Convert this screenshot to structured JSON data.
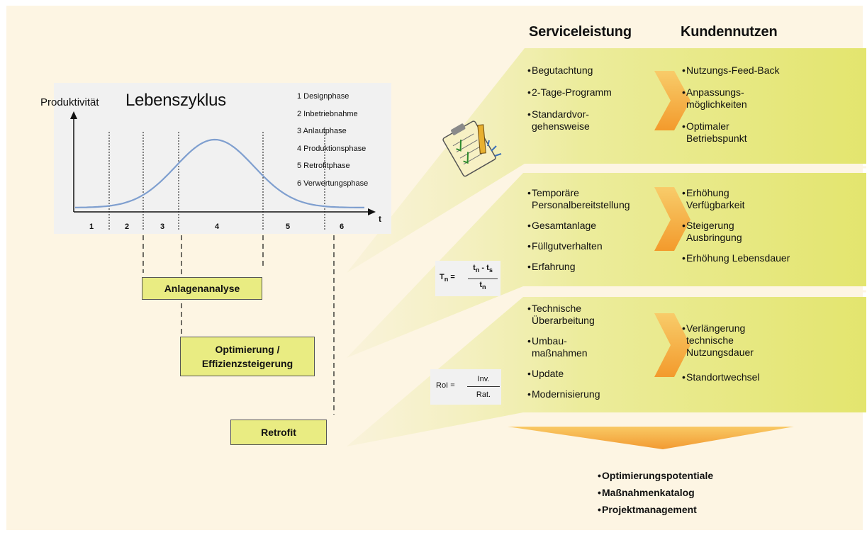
{
  "columns": {
    "service_heading": "Serviceleistung",
    "benefit_heading": "Kundennutzen"
  },
  "chart": {
    "ylabel": "Produktivität",
    "title": "Lebenszyklus",
    "xlabel": "t",
    "legend": [
      "1 Designphase",
      "2 Inbetriebnahme",
      "3 Anlaufphase",
      "4 Produktionsphase",
      "5 Retrofitphase",
      "6 Verwertungsphase"
    ],
    "phase_numbers": [
      "1",
      "2",
      "3",
      "4",
      "5",
      "6"
    ]
  },
  "phases": {
    "anlagenanalyse": "Anlagenanalyse",
    "optimierung": "Optimierung /\nEffizienzsteigerung",
    "retrofit": "Retrofit"
  },
  "bands": [
    {
      "services": [
        "Begutachtung",
        "2-Tage-Programm",
        "Standardvor-\ngehensweise"
      ],
      "benefits": [
        "Nutzungs-Feed-Back",
        "Anpassungs-\nmöglichkeiten",
        "Optimaler\nBetriebspunkt"
      ]
    },
    {
      "services": [
        "Temporäre\nPersonalbereitstellung",
        "Gesamtanlage",
        "Füllgutverhalten",
        "Erfahrung"
      ],
      "benefits": [
        "Erhöhung\nVerfügbarkeit",
        "Steigerung\nAusbringung",
        "Erhöhung Lebensdauer"
      ]
    },
    {
      "services": [
        "Technische\nÜberarbeitung",
        "Umbau-\nmaßnahmen",
        "Update",
        "Modernisierung"
      ],
      "benefits": [
        "Verlängerung\ntechnische\nNutzungsdauer",
        "Standortwechsel"
      ]
    }
  ],
  "formulas": {
    "tn": {
      "lhs": "T",
      "lhs_sub": "n",
      "eq": "=",
      "num": "t",
      "num_sub": "n",
      "minus": "- t",
      "minus_sub": "s",
      "den": "t",
      "den_sub": "n"
    },
    "roi": {
      "lhs": "RoI",
      "eq": "=",
      "num": "Inv.",
      "den": "Rat."
    }
  },
  "outcomes": [
    "Optimierungspotentiale",
    "Maßnahmenkatalog",
    "Projektmanagement"
  ],
  "bullet": "•",
  "colors": {
    "background": "#fdf5e3",
    "band": "#e3e56e",
    "band_light": "#f5f3c8",
    "box": "#e9ec82",
    "arrow": "#f3a23a",
    "curve": "#7f9fcf"
  },
  "icons": {
    "clipboard": "clipboard-checklist-icon"
  }
}
